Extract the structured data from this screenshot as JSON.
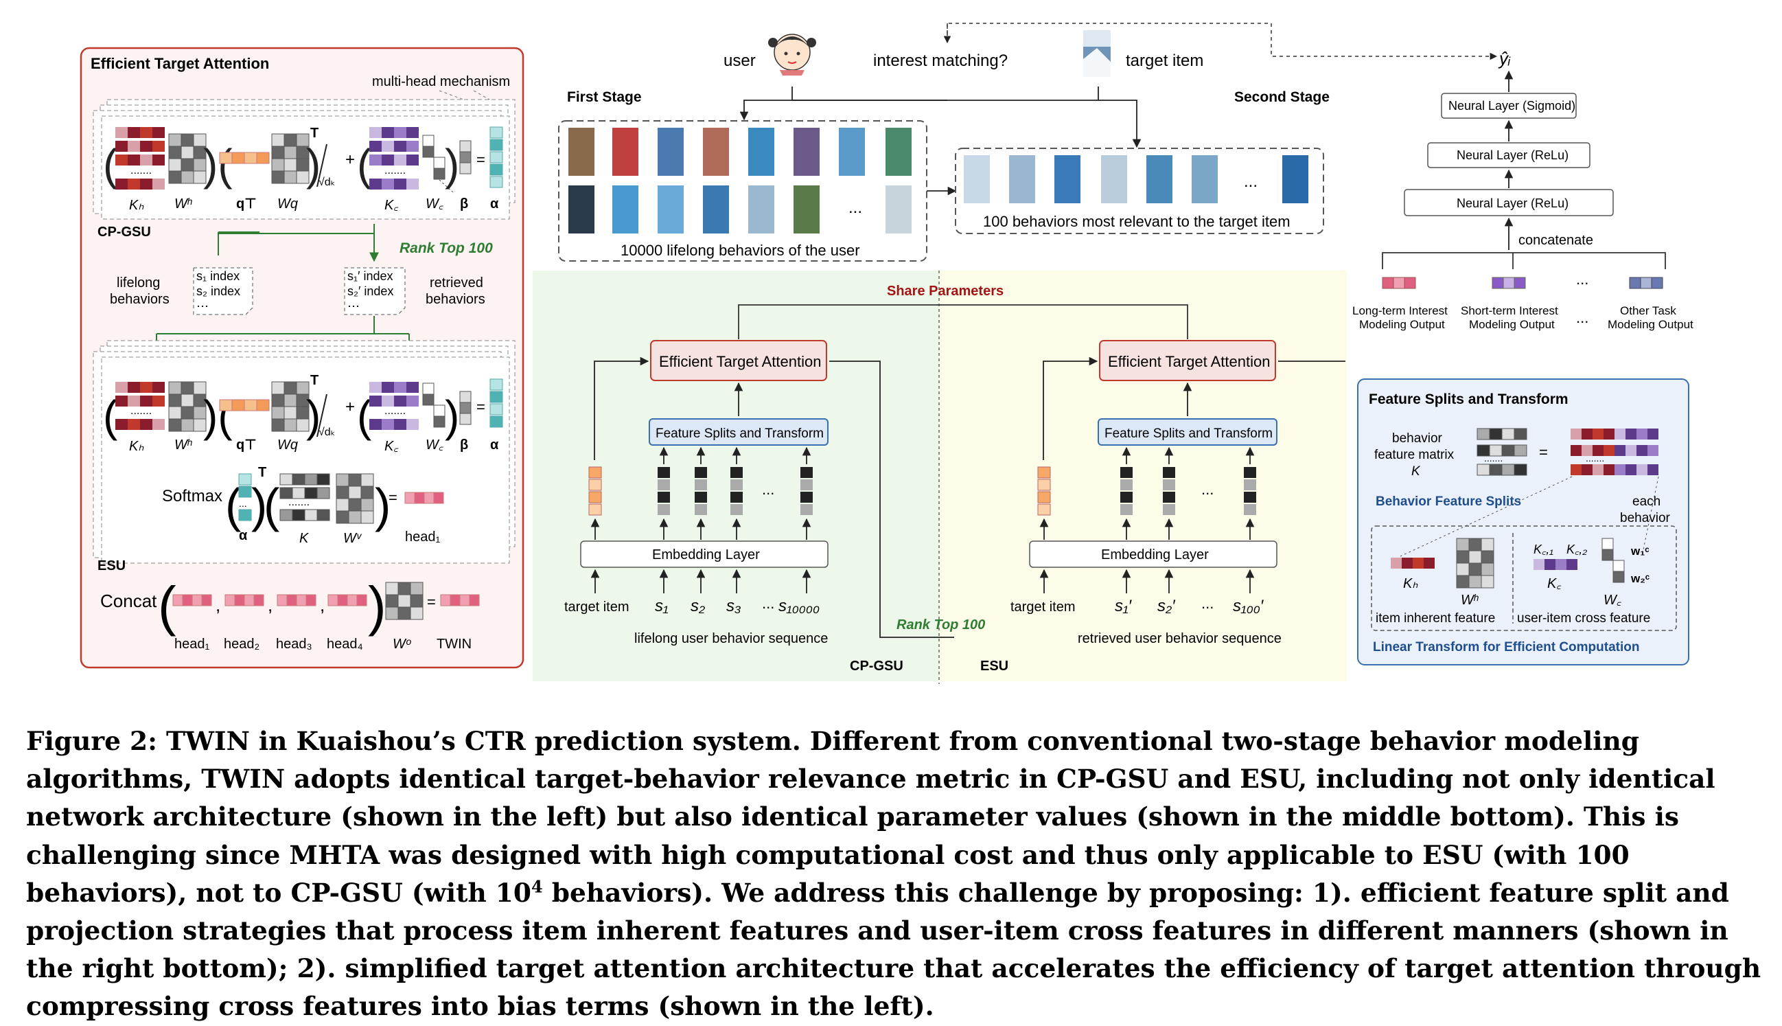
{
  "figure": {
    "left_panel": {
      "title": "Efficient Target Attention",
      "multihead": "multi-head mechanism",
      "cp_gsu": "CP-GSU",
      "esu": "ESU",
      "rank_top": "Rank Top 100",
      "lifelong_line1": "lifelong",
      "lifelong_line2": "behaviors",
      "retrieved_line1": "retrieved",
      "retrieved_line2": "behaviors",
      "idx_s1": "s₁ index",
      "idx_s2": "s₂ index",
      "idx_s1p": "s₁′ index",
      "idx_s2p": "s₂′ index",
      "dots": "⋯",
      "kh": "Kₕ",
      "wh": "Wʰ",
      "qt": "q⊤",
      "wq": "Wq",
      "kc": "K꜀",
      "wc": "W꜀",
      "beta": "β",
      "alpha": "α",
      "sqrt_dk": "√dₖ",
      "transpose": "T",
      "plus": "+",
      "equals": "=",
      "softmax": "Softmax",
      "k": "K",
      "wv": "Wᵛ",
      "head1": "head₁",
      "concat": "Concat",
      "head1b": "head₁",
      "head2": "head₂",
      "head3": "head₃",
      "head4": "head₄",
      "wo": "Wᵒ",
      "twin": "TWIN"
    },
    "top": {
      "user": "user",
      "interest": "interest matching?",
      "target_item": "target item",
      "first_stage": "First Stage",
      "second_stage": "Second Stage",
      "lifelong_caption": "10000 lifelong behaviors of the user",
      "relevant_caption": "100 behaviors most relevant to the target item",
      "ellipsis": "...",
      "y_hat": "ŷᵢ"
    },
    "middle": {
      "share": "Share Parameters",
      "eta": "Efficient Target Attention",
      "fst": "Feature Splits and Transform",
      "embedding": "Embedding Layer",
      "target_item": "target item",
      "s1": "s₁",
      "s2": "s₂",
      "s3": "s₃",
      "s10000": "s₁₀₀₀₀",
      "s1p": "s₁′",
      "s2p": "s₂′",
      "s100p": "s₁₀₀′",
      "lifelong_seq": "lifelong user behavior sequence",
      "retrieved_seq": "retrieved user behavior sequence",
      "rank_top": "Rank Top 100",
      "cp_gsu": "CP-GSU",
      "esu": "ESU",
      "dots": "...",
      "colors": {
        "gsu_bg": "#eef8ea",
        "esu_bg": "#fdfce8",
        "eta_fill": "#f6e3df",
        "eta_stroke": "#c0392b",
        "fst_fill": "#dde8f6",
        "fst_stroke": "#3a6fb0"
      }
    },
    "right": {
      "sigmoid": "Neural Layer (Sigmoid)",
      "relu1": "Neural Layer (ReLu)",
      "relu2": "Neural Layer (ReLu)",
      "concatenate": "concatenate",
      "long_term_1": "Long-term Interest",
      "long_term_2": "Modeling Output",
      "short_term_1": "Short-term Interest",
      "short_term_2": "Modeling Output",
      "other_1": "Other Task",
      "other_2": "Modeling Output",
      "dots": "...",
      "fst_title": "Feature Splits and Transform",
      "behavior_1": "behavior",
      "behavior_2": "feature matrix",
      "behavior_3": "K",
      "equals": "=",
      "bfs": "Behavior Feature Splits",
      "each_1": "each",
      "each_2": "behavior",
      "kh": "Kₕ",
      "wh": "Wʰ",
      "kc1": "K꜀,₁",
      "kc2": "K꜀,₂",
      "kc": "K꜀",
      "w1c": "w₁ᶜ",
      "w2c": "w₂ᶜ",
      "wc": "W꜀",
      "inherent": "item inherent feature",
      "cross": "user-item cross feature",
      "linear": "Linear Transform for Efficient Computation",
      "colors": {
        "panel_fill": "#eaf1fb",
        "panel_stroke": "#3a6fb0",
        "title_color": "#1f4e8c"
      }
    }
  },
  "caption": {
    "part1": "Figure 2: TWIN in Kuaishou’s CTR prediction system. Different from conventional two-stage behavior modeling algorithms, TWIN adopts identical target-behavior relevance metric in CP-GSU and ESU, including not only identical network architecture (shown in the left) but also identical parameter values (shown in the middle bottom). This is challenging since MHTA was designed with high computational cost and thus only applicable to ESU (with 100 behaviors), not to CP-GSU (with 10",
    "sup": "4",
    "part2": " behaviors). We address this challenge by proposing: 1). efficient feature split and projection strategies that process item inherent features and user-item cross features in different manners (shown in the right bottom); 2). simplified target attention architecture that accelerates the efficiency of target attention through compressing cross features into bias terms (shown in the left)."
  }
}
